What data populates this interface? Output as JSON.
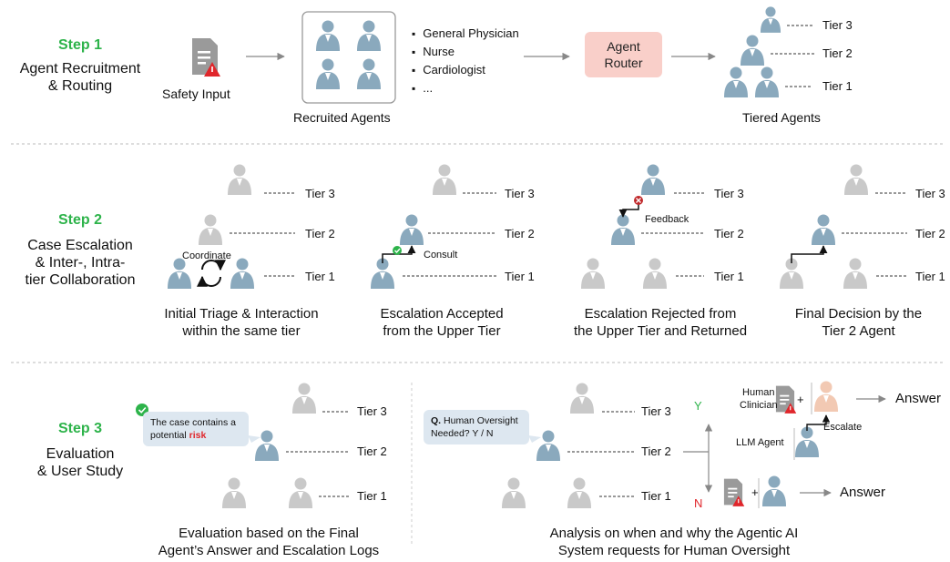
{
  "step1": {
    "title": "Step 1",
    "subtitle_line1": "Agent Recruitment",
    "subtitle_line2": "& Routing",
    "safety_input": "Safety Input",
    "recruited_agents": "Recruited Agents",
    "agent_types": [
      "General Physician",
      "Nurse",
      "Cardiologist",
      "..."
    ],
    "router_line1": "Agent",
    "router_line2": "Router",
    "tiered_agents": "Tiered Agents",
    "tier3": "Tier 3",
    "tier2": "Tier 2",
    "tier1": "Tier 1"
  },
  "step2": {
    "title": "Step 2",
    "subtitle_line1": "Case Escalation",
    "subtitle_line2": "& Inter-, Intra-",
    "subtitle_line3": "tier Collaboration",
    "coordinate": "Coordinate",
    "consult": "Consult",
    "feedback": "Feedback",
    "tier3": "Tier 3",
    "tier2": "Tier 2",
    "tier1": "Tier 1",
    "caption1_line1": "Initial Triage & Interaction",
    "caption1_line2": "within the same tier",
    "caption2_line1": "Escalation Accepted",
    "caption2_line2": "from the Upper Tier",
    "caption3_line1": "Escalation Rejected from",
    "caption3_line2": "the Upper Tier and Returned",
    "caption4_line1": "Final Decision by the",
    "caption4_line2": "Tier 2 Agent"
  },
  "step3": {
    "title": "Step 3",
    "subtitle_line1": "Evaluation",
    "subtitle_line2": "& User Study",
    "bubble_pre": "The case contains a potential",
    "bubble_risk": "risk",
    "question_q": "Q.",
    "question_text": "Human Oversight Needed?",
    "question_yn": "Y / N",
    "tier3": "Tier 3",
    "tier2": "Tier 2",
    "tier1": "Tier 1",
    "yes": "Y",
    "no": "N",
    "human_line1": "Human",
    "human_line2": "Clinician",
    "llm_agent": "LLM Agent",
    "escalate": "Escalate",
    "answer": "Answer",
    "plus": "+",
    "caption_left_line1": "Evaluation based on the Final",
    "caption_left_line2": "Agent’s Answer and Escalation Logs",
    "caption_right_line1": "Analysis on when and why the Agentic AI",
    "caption_right_line2": "System requests for Human Oversight"
  },
  "colors": {
    "step_green": "#2db34a",
    "router_pink": "#f9cfc9",
    "bubble_blue": "#dde7f0",
    "risk_red": "#e0262b",
    "agent_blue": "#8aa9bd",
    "agent_gray": "#c9c9c9"
  },
  "icons": [
    "document-warning-icon",
    "doctor-icon",
    "check-icon",
    "reject-icon",
    "cycle-icon",
    "arrow-icon"
  ]
}
